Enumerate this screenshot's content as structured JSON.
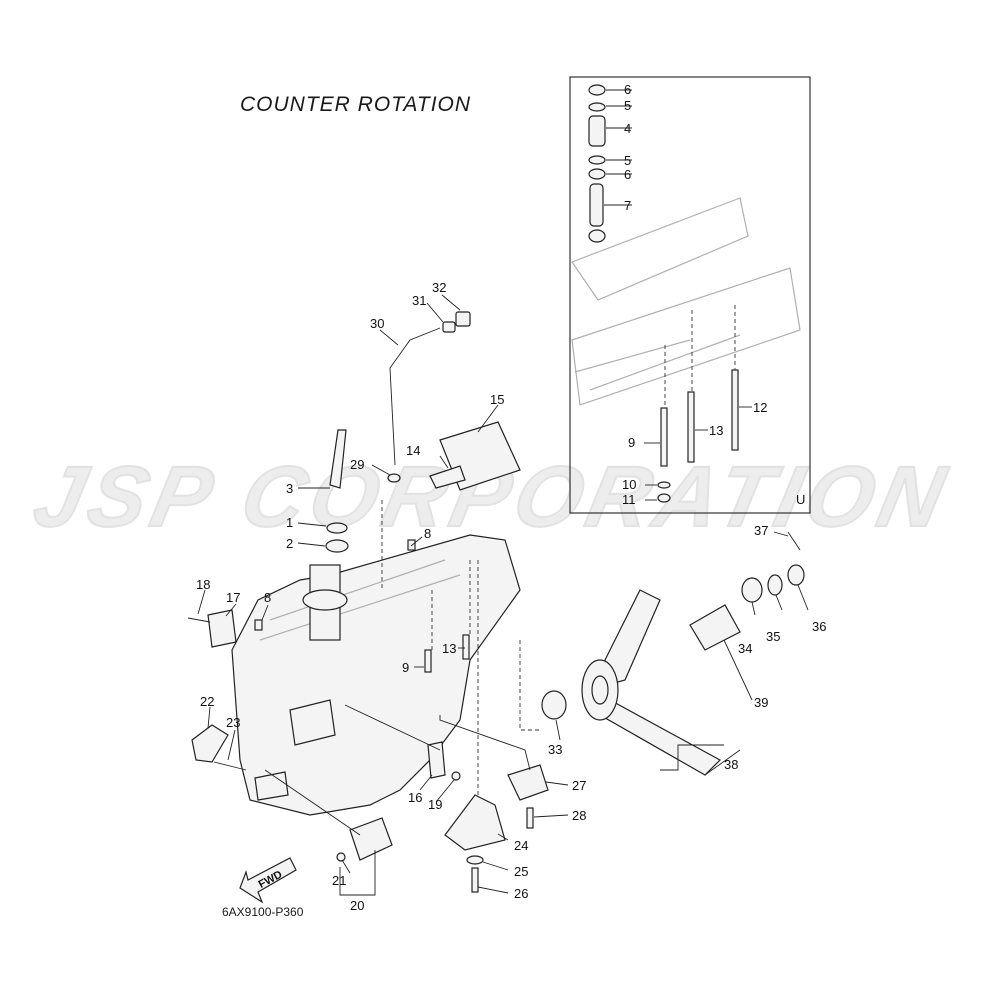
{
  "title": "COUNTER  ROTATION",
  "diagram_code": "6AX9100-P360",
  "watermark": "JSP CORPORATION",
  "fwd_label": "FWD",
  "inset_mark": "U",
  "callouts": [
    "1",
    "2",
    "3",
    "4",
    "5",
    "5",
    "6",
    "6",
    "7",
    "8",
    "8",
    "9",
    "9",
    "10",
    "11",
    "12",
    "13",
    "13",
    "14",
    "15",
    "17",
    "18",
    "19",
    "20",
    "21",
    "22",
    "23",
    "24",
    "25",
    "26",
    "27",
    "28",
    "29",
    "30",
    "31",
    "32",
    "33",
    "34",
    "35",
    "36",
    "37",
    "38",
    "39",
    "16"
  ]
}
